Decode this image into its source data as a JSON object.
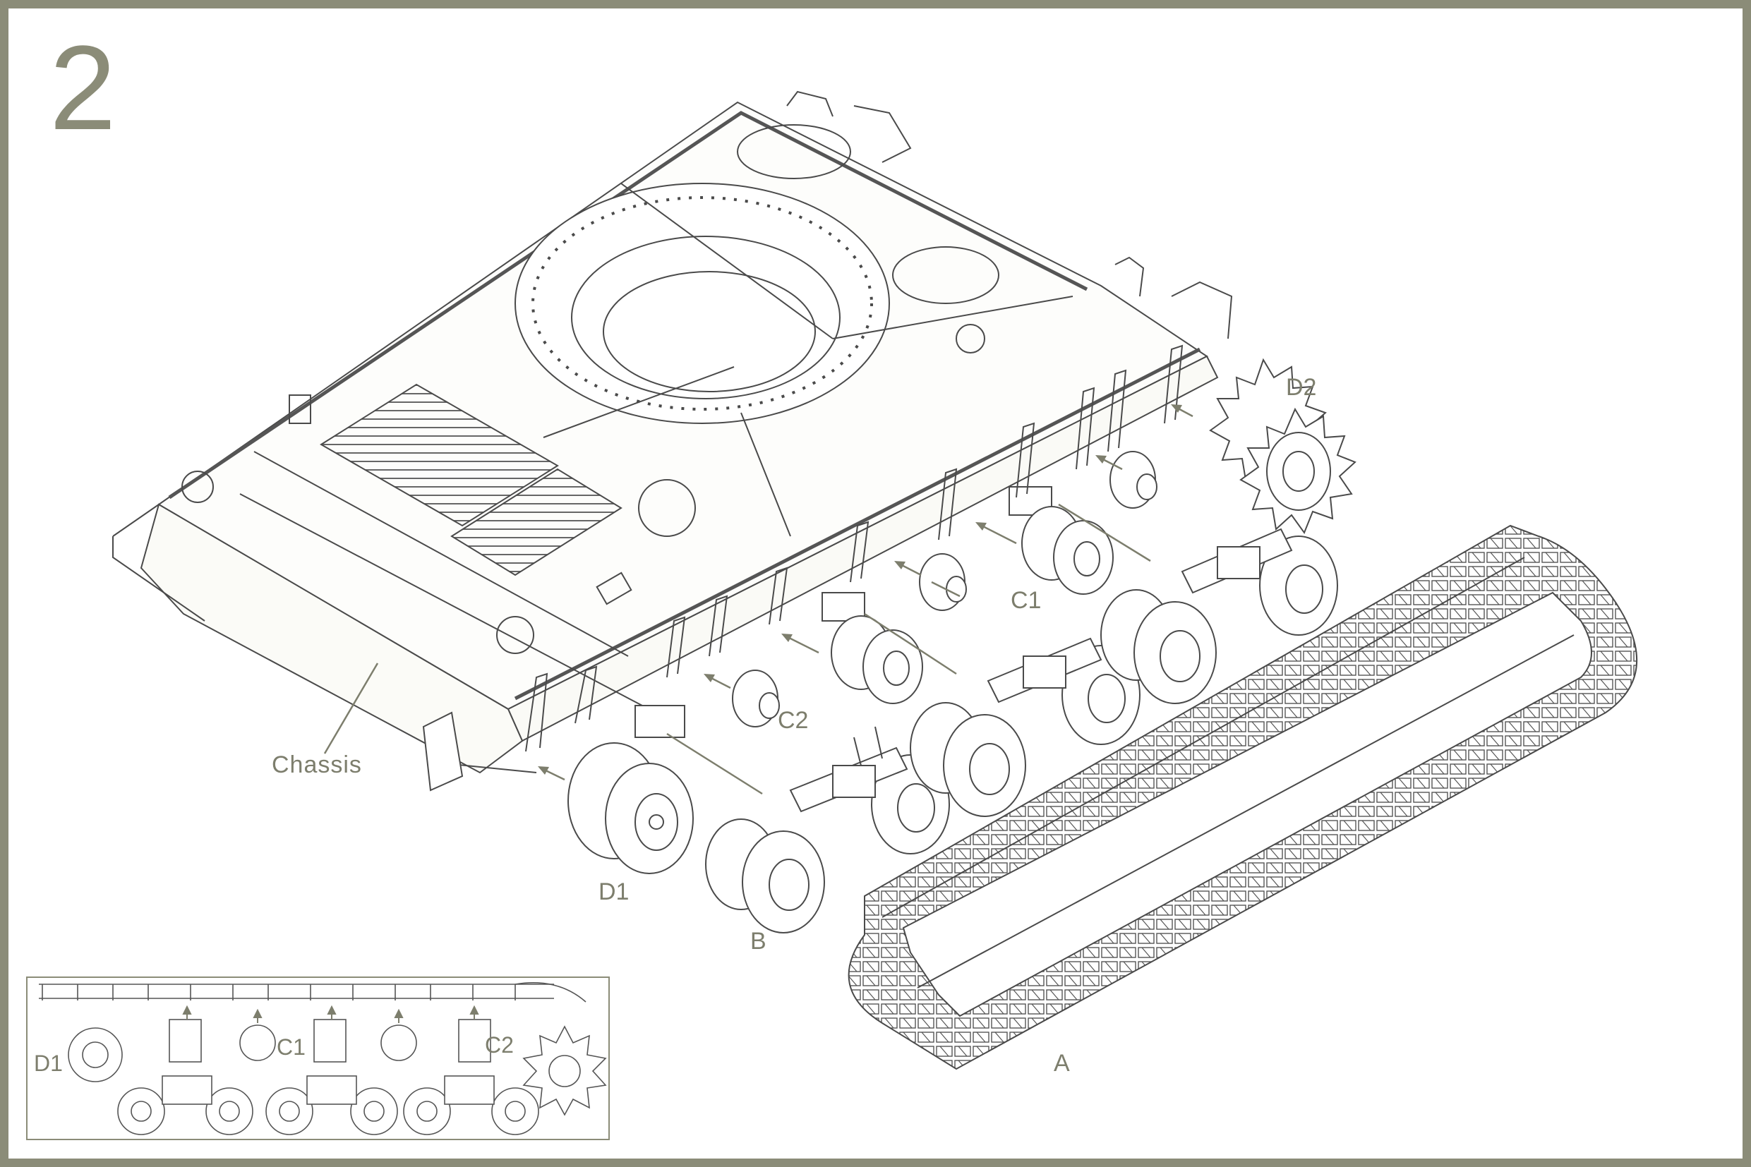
{
  "step": {
    "number": "2"
  },
  "labels": {
    "chassis": "Chassis",
    "sprocket": "D2",
    "idler": "D1",
    "bogie": "B",
    "track": "A",
    "return_roller": "C2",
    "support_roller": "C1"
  },
  "inset": {
    "labels": {
      "idler": "D1",
      "support_roller": "C1",
      "return_roller": "C2"
    }
  },
  "colors": {
    "accent": "#8b8c78",
    "line": "#4a4a4a",
    "label": "#7d7e6d"
  }
}
